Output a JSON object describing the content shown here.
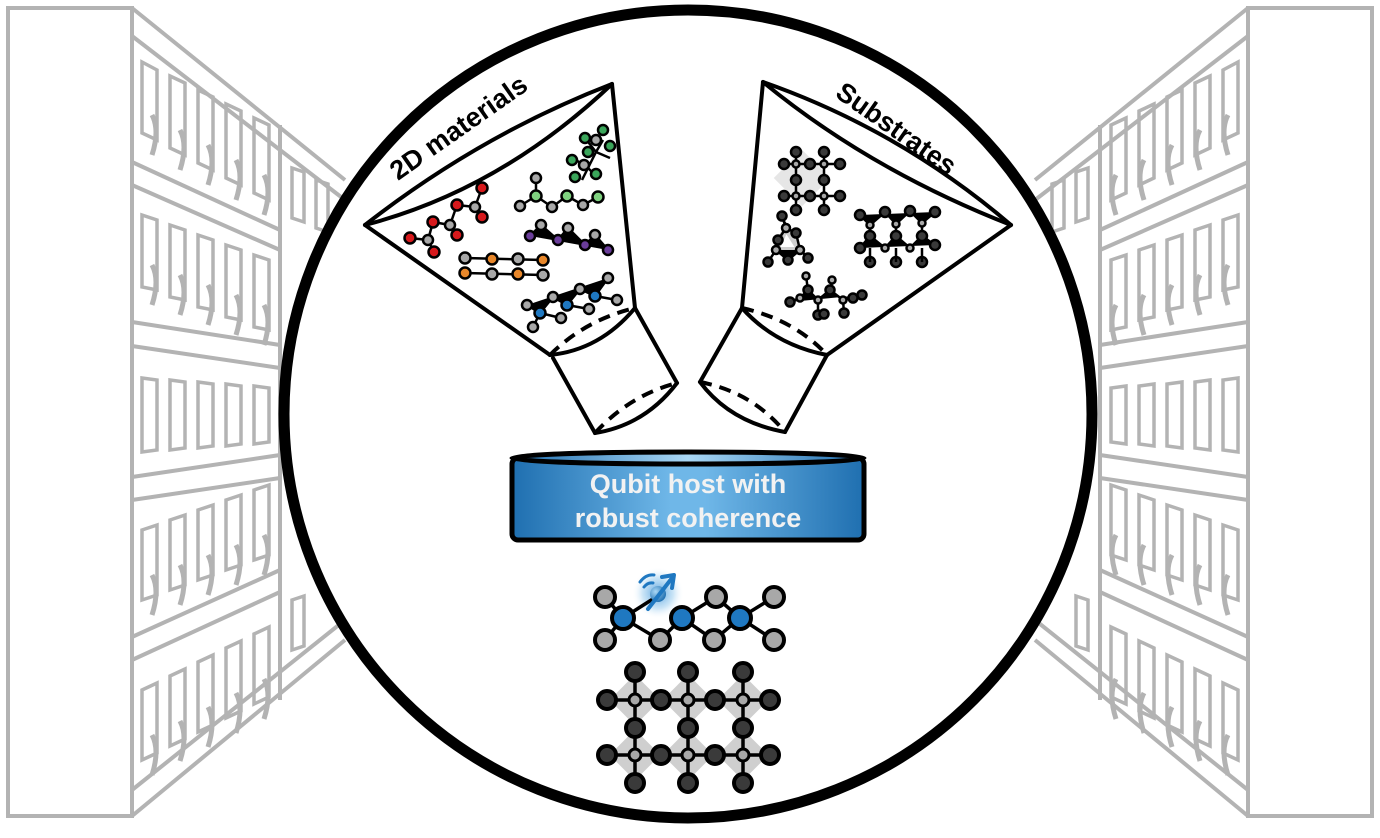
{
  "figure": {
    "labels": {
      "funnel_left": "2D materials",
      "funnel_right": "Substrates",
      "host_line1": "Qubit host with",
      "host_line2": "robust coherence"
    },
    "colors": {
      "background": "#ffffff",
      "rack_gray": "#b3b3b3",
      "circle_outline": "#000000",
      "host_blue_dark": "#1f6fb0",
      "host_blue_light": "#6fb7e8",
      "host_text": "#f2f2f2",
      "atom_gray": "#a8a8a8",
      "atom_blue": "#1f78c1",
      "atom_red": "#d7191c",
      "atom_green": "#3aa55a",
      "atom_light_green": "#7fd17f",
      "atom_purple": "#6a3d9a",
      "atom_orange": "#e8872a",
      "atom_dark": "#3a3a3a",
      "lattice_shadow": "#cfcfcf"
    },
    "icons": {
      "server_racks": "server-rack-corridor",
      "funnels": "funnel",
      "spin": "spin-arrow-icon"
    }
  }
}
